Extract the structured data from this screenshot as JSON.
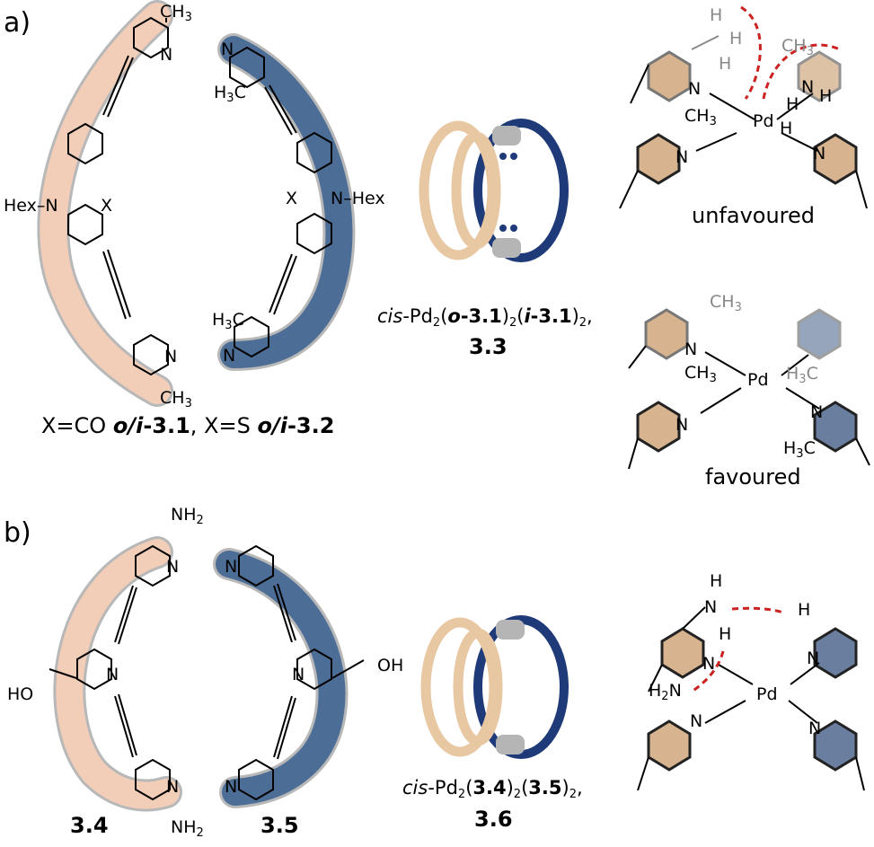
{
  "panel_a": {
    "label": "a)",
    "atoms": {
      "ch3": "CH",
      "three": "3",
      "h3c_a": "H",
      "h3c_b": "3",
      "h3c_c": "C",
      "n": "N",
      "hex_left": "Hex",
      "hex_right": "Hex",
      "x": "X",
      "pd": "Pd",
      "h": "H"
    },
    "ligand_caption": {
      "p1": "X=CO ",
      "p2": "o/i",
      "p3": "-3.1",
      "p4": ", X=S ",
      "p5": "o/i",
      "p6": "-3.2"
    },
    "cage_caption": {
      "c1": "cis",
      "c2": "-Pd",
      "c3": "2",
      "c4": "(",
      "c5": "o",
      "c6": "-3.1",
      "c7": ")",
      "c8": "2",
      "c9": "(",
      "c10": "i",
      "c11": "-3.1",
      "c12": ")",
      "c13": "2",
      "c14": ",",
      "compound": "3.3"
    },
    "unfavoured": "unfavoured",
    "favoured": "favoured"
  },
  "panel_b": {
    "label": "b)",
    "atoms": {
      "nh2_a": "NH",
      "nh2_b": "2",
      "h2n_a": "H",
      "h2n_b": "2",
      "h2n_c": "N",
      "n": "N",
      "ho": "HO",
      "oh": "OH",
      "pd": "Pd",
      "h": "H"
    },
    "compound_left": "3.4",
    "compound_right": "3.5",
    "cage_caption": {
      "c1": "cis",
      "c2": "-Pd",
      "c3": "2",
      "c4": "(",
      "c5": "3.4",
      "c6": ")",
      "c7": "2",
      "c8": "(",
      "c9": "3.5",
      "c10": ")",
      "c11": "2",
      "c12": ",",
      "compound": "3.6"
    }
  },
  "colors": {
    "ligand_outer": "#f2cdb8",
    "ligand_inner": "#4c6e96",
    "cage_outer": "#e8c7a3",
    "cage_inner": "#1e3a78",
    "pd_node": "#b5b5b5",
    "pyridine_tan": "#d7b48f",
    "pyridine_blue": "#6a7ea0",
    "hbond": "#cc2222",
    "faded": "#888888"
  }
}
